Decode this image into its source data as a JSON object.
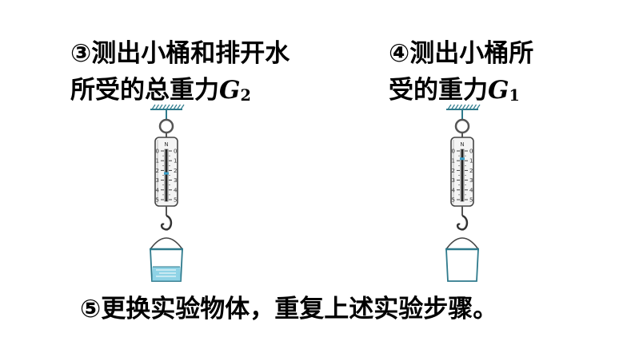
{
  "step3": {
    "line1": "③测出小桶和排开水",
    "line2_text": "所受的总重力",
    "symbol": "G",
    "subscript": "2",
    "reading": 2.3
  },
  "step4": {
    "line1": "④测出小桶所",
    "line2_text": "受的重力",
    "symbol": "G",
    "subscript": "1",
    "reading": 0.8
  },
  "step5": {
    "text": "⑤更换实验物体，重复上述实验步骤。"
  },
  "scale": {
    "unit_label": "N",
    "ticks": [
      "0",
      "1",
      "2",
      "3",
      "4",
      "5"
    ]
  },
  "colors": {
    "text": "#000000",
    "outline": "#2e7a8c",
    "water": "#8fd3e6",
    "indicator": "#3a9fc9"
  }
}
